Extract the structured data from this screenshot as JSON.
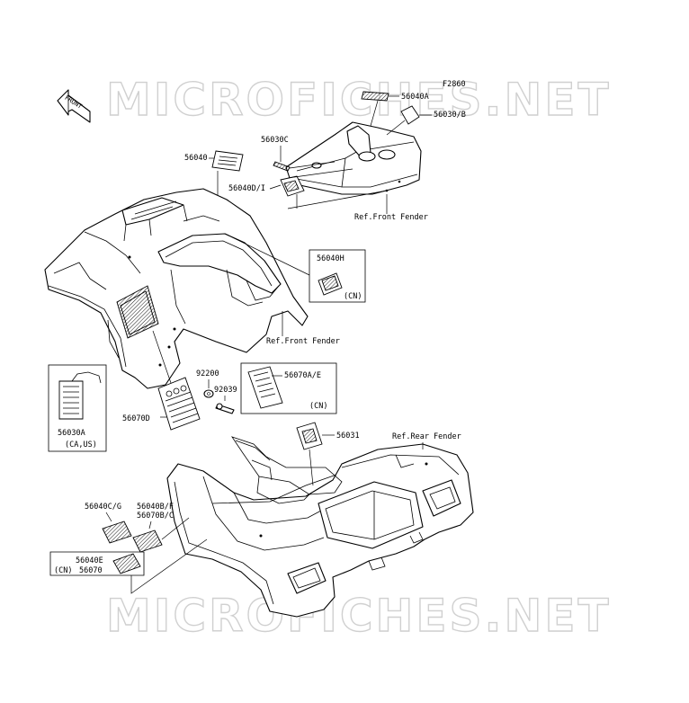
{
  "diagram": {
    "code": "F2860",
    "front_arrow_label": "FRONT",
    "watermark_top": "MICROFICHES.NET",
    "watermark_bottom": "MICROFICHES.NET",
    "labels": {
      "p56040A": "56040A",
      "p56030B": "56030/B",
      "p56030C": "56030C",
      "p56040": "56040",
      "p56040DI": "56040D/I",
      "ref_front_fender_1": "Ref.Front Fender",
      "p56040H": "56040H",
      "cn_1": "(CN)",
      "ref_front_fender_2": "Ref.Front Fender",
      "p92200": "92200",
      "p56070AE": "56070A/E",
      "p92039": "92039",
      "cn_2": "(CN)",
      "p56030A": "56030A",
      "ca_us": "(CA,US)",
      "p56070D": "56070D",
      "p56031": "56031",
      "ref_rear_fender": "Ref.Rear Fender",
      "p56040CG": "56040C/G",
      "p56040BF": "56040B/F",
      "p56070BC": "56070B/C",
      "p56040E": "56040E",
      "cn_3": "(CN)",
      "p56070": "56070"
    }
  }
}
